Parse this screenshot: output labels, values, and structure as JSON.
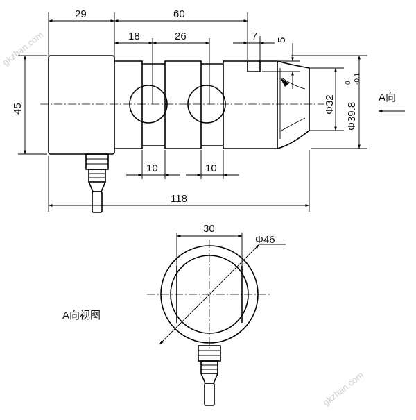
{
  "drawing": {
    "dimensions": {
      "head_length": "29",
      "body_length": "60",
      "slot_offset": "18",
      "hole_spacing": "26",
      "key_width": "7",
      "key_depth": "5",
      "height": "45",
      "bore_diameter": "Φ32",
      "nose_diameter": "Φ39.8",
      "tol_upper": "0",
      "tol_lower": "-0.1",
      "slot_width_1": "10",
      "slot_width_2": "10",
      "total_length": "118",
      "flat_width": "30",
      "outer_diameter": "Φ46"
    },
    "view_direction_label": "A向",
    "view_caption": "A向视图",
    "watermark": "gkzhan.com"
  }
}
